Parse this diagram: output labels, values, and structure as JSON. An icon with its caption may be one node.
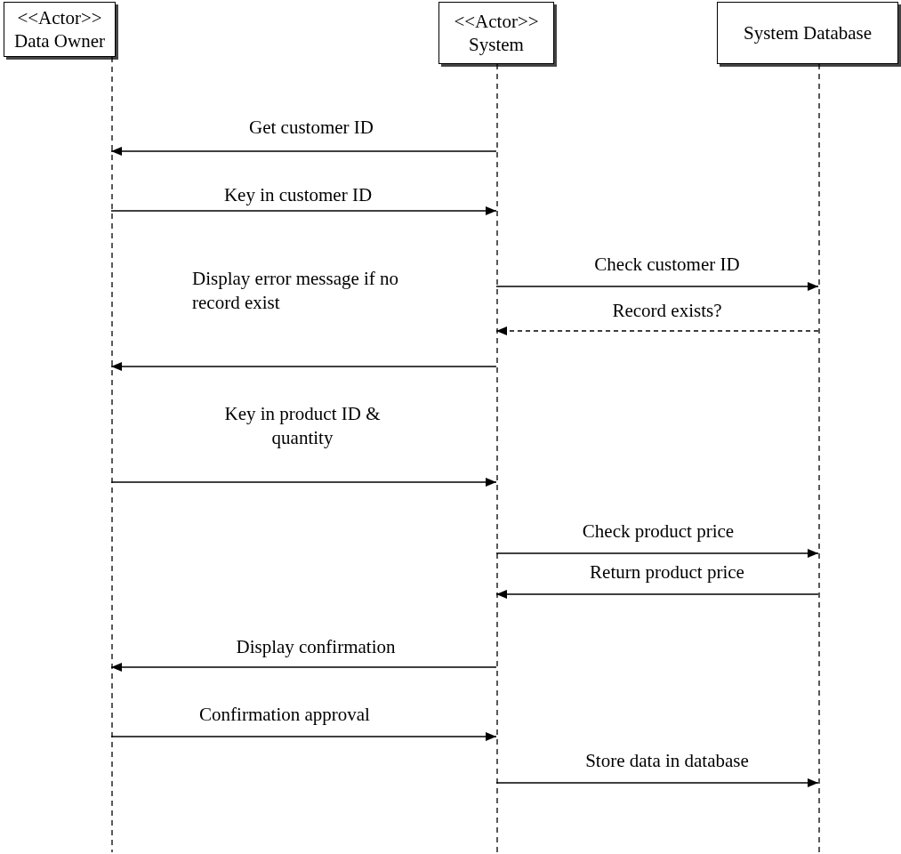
{
  "diagram": {
    "nodes": [
      {
        "text": [
          "<<Actor>> Data Owner"
        ]
      },
      {
        "text": [
          "<<Actor>> System"
        ]
      },
      {
        "text": [
          "System Database"
        ]
      }
    ],
    "edges": [
      {
        "from": 1,
        "to": 0,
        "arrow": "to",
        "label": "Get customer ID"
      },
      {
        "from": 0,
        "to": 1,
        "arrow": "to",
        "label": "Key in customer ID"
      },
      {
        "from": 1,
        "to": 2,
        "arrow": "to",
        "label": "Check customer ID"
      },
      {
        "from": 2,
        "to": 1,
        "arrow": "to",
        "label": "Record exists?",
        "style": "dashed"
      },
      {
        "from": 1,
        "to": 0,
        "arrow": "to",
        "label": "Display error message if no record exist"
      },
      {
        "from": 0,
        "to": 1,
        "arrow": "to",
        "label": "Key in product ID & quantity"
      },
      {
        "from": 1,
        "to": 2,
        "arrow": "to",
        "label": "Check product price"
      },
      {
        "from": 2,
        "to": 1,
        "arrow": "to",
        "label": "Return product price"
      },
      {
        "from": 1,
        "to": 0,
        "arrow": "to",
        "label": "Display confirmation"
      },
      {
        "from": 0,
        "to": 1,
        "arrow": "to",
        "label": "Confirmation approval"
      },
      {
        "from": 1,
        "to": 2,
        "arrow": "to",
        "label": "Store data in database"
      }
    ]
  }
}
